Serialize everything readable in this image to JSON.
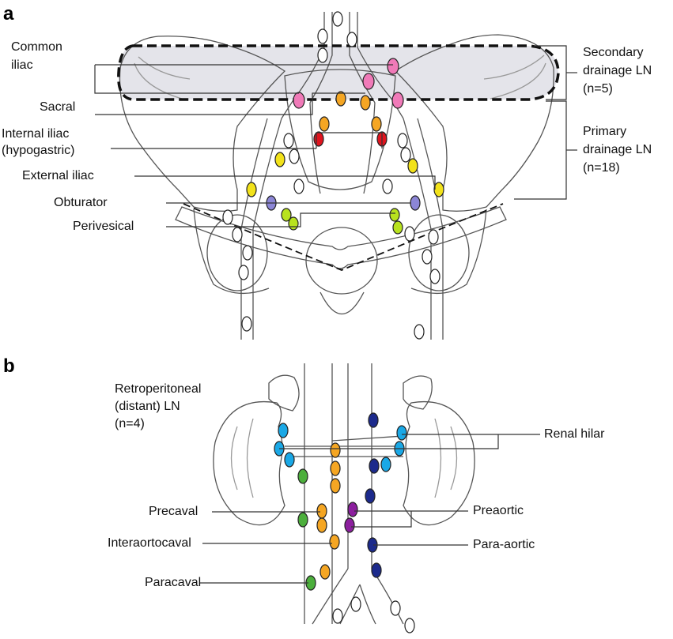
{
  "panel_a": {
    "letter": "a",
    "labels": {
      "common_iliac_line1": "Common",
      "common_iliac_line2": "iliac",
      "sacral": "Sacral",
      "internal_iliac_line1": "Internal iliac",
      "internal_iliac_line2": "(hypogastric)",
      "external_iliac": "External iliac",
      "obturator": "Obturator",
      "perivesical": "Perivesical",
      "secondary_line1": "Secondary",
      "secondary_line2": "drainage LN",
      "secondary_line3": "(n=5)",
      "primary_line1": "Primary",
      "primary_line2": "drainage LN",
      "primary_line3": "(n=18)"
    }
  },
  "panel_b": {
    "letter": "b",
    "labels": {
      "retro_line1": "Retroperitoneal",
      "retro_line2": "(distant) LN",
      "retro_line3": "(n=4)",
      "renal_hilar": "Renal hilar",
      "precaval": "Precaval",
      "interaortocaval": "Interaortocaval",
      "paracaval": "Paracaval",
      "preaortic": "Preaortic",
      "para_aortic": "Para-aortic"
    }
  },
  "colors": {
    "common_iliac": "#f07ab8",
    "sacral": "#f5a623",
    "internal_iliac": "#e0141e",
    "external_iliac": "#f2e21a",
    "obturator": "#8c86d6",
    "perivesical": "#b8e21e",
    "renal_hilar": "#1aa8e6",
    "precaval": "#f5a623",
    "paracaval": "#4caf3c",
    "preaortic": "#8c1f9e",
    "para_aortic": "#1c2a8c",
    "secondary_zone": "#e4e4ea",
    "outline": "#555555"
  }
}
